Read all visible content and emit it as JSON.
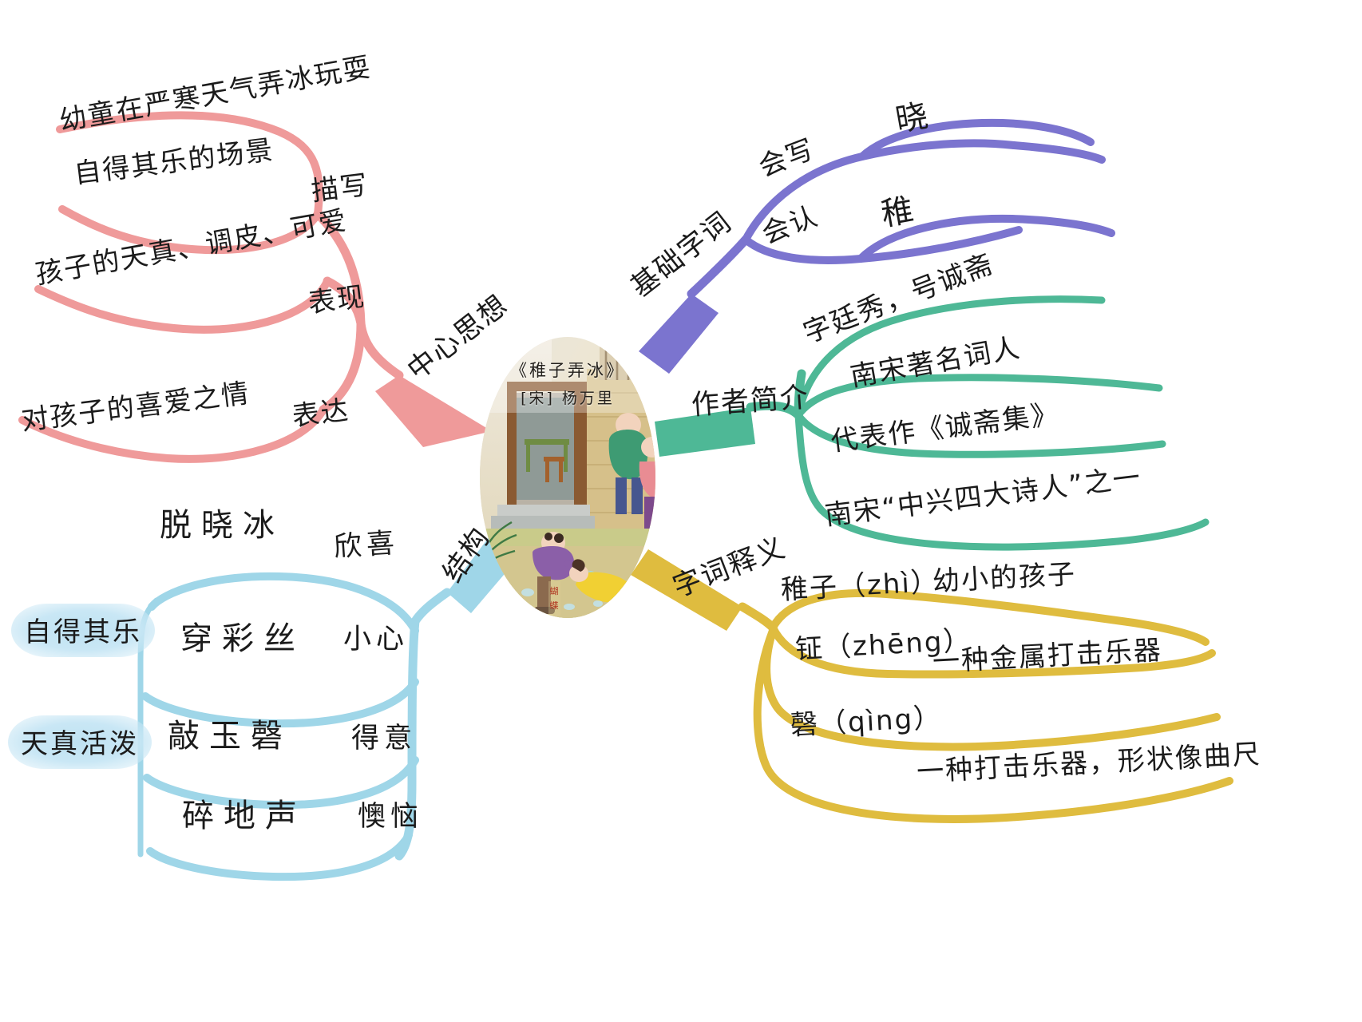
{
  "page": {
    "type": "mind-map",
    "title": "《稚子弄冰》思维导图",
    "background": "#ffffff"
  },
  "center": {
    "poem_title": "《稚子弄冰》",
    "author_line": "[宋] 杨万里",
    "illustration_alt": "古代庭院中孩童弄冰玩耍插图"
  },
  "colors": {
    "theme_pink": "#ef9a9a",
    "structure_blue": "#9fd6e8",
    "words_purple": "#7b74cf",
    "author_green": "#4eb896",
    "glossary_yellow": "#dfbc3f",
    "chip_blue": "#c9e7f5",
    "ink": "#1b1b1b"
  },
  "branches": [
    {
      "id": "theme",
      "label": "中心思想",
      "color": "#ef9a9a",
      "side": "left-top",
      "children": [
        {
          "label": "描写",
          "leaves": [
            "幼童在严寒天气弄冰玩耍",
            "自得其乐的场景"
          ]
        },
        {
          "label": "表现",
          "leaves": [
            "孩子的天真、调皮、可爱"
          ]
        },
        {
          "label": "表达",
          "leaves": [
            "对孩子的喜爱之情"
          ]
        }
      ]
    },
    {
      "id": "structure",
      "label": "结构",
      "color": "#9fd6e8",
      "side": "left-bottom",
      "tags": [
        "自得其乐",
        "天真活泼"
      ],
      "children": [
        {
          "label": "欣喜",
          "leaves": [
            "脱晓冰"
          ]
        },
        {
          "label": "小心",
          "leaves": [
            "穿彩丝"
          ]
        },
        {
          "label": "得意",
          "leaves": [
            "敲玉磬"
          ]
        },
        {
          "label": "懊恼",
          "leaves": [
            "碎地声"
          ]
        }
      ]
    },
    {
      "id": "basic-words",
      "label": "基础字词",
      "color": "#7b74cf",
      "side": "right-top",
      "children": [
        {
          "label": "会写",
          "leaves": [
            "晓"
          ]
        },
        {
          "label": "会认",
          "leaves": [
            "稚"
          ]
        }
      ]
    },
    {
      "id": "author-intro",
      "label": "作者简介",
      "color": "#4eb896",
      "side": "right-middle",
      "children": [
        {
          "label": "字廷秀，号诚斋",
          "leaves": []
        },
        {
          "label": "南宋著名词人",
          "leaves": []
        },
        {
          "label": "代表作《诚斋集》",
          "leaves": []
        },
        {
          "label": "南宋“中兴四大诗人”之一",
          "leaves": []
        }
      ]
    },
    {
      "id": "glossary",
      "label": "字词释义",
      "color": "#dfbc3f",
      "side": "right-bottom",
      "children": [
        {
          "label": "稚子（zhì）",
          "leaves": [
            "幼小的孩子"
          ]
        },
        {
          "label": "钲（zhēng）",
          "leaves": [
            "一种金属打击乐器"
          ]
        },
        {
          "label": "磬（qìng）",
          "leaves": [
            "一种打击乐器，形状像曲尺"
          ]
        }
      ]
    }
  ],
  "labels": {
    "theme": "中心思想",
    "theme_c1": "描写",
    "theme_c1_l1": "幼童在严寒天气弄冰玩耍",
    "theme_c1_l2": "自得其乐的场景",
    "theme_c2": "表现",
    "theme_c2_l1": "孩子的天真、调皮、可爱",
    "theme_c3": "表达",
    "theme_c3_l1": "对孩子的喜爱之情",
    "structure": "结构",
    "structure_tag1": "自得其乐",
    "structure_tag2": "天真活泼",
    "structure_c1": "欣喜",
    "structure_c1_l1": "脱晓冰",
    "structure_c2": "小心",
    "structure_c2_l1": "穿彩丝",
    "structure_c3": "得意",
    "structure_c3_l1": "敲玉磬",
    "structure_c4": "懊恼",
    "structure_c4_l1": "碎地声",
    "words": "基础字词",
    "words_c1": "会写",
    "words_c1_l1": "晓",
    "words_c2": "会认",
    "words_c2_l1": "稚",
    "author": "作者简介",
    "author_l1": "字廷秀，号诚斋",
    "author_l2": "南宋著名词人",
    "author_l3": "代表作《诚斋集》",
    "author_l4": "南宋“中兴四大诗人”之一",
    "glossary": "字词释义",
    "glossary_c1": "稚子（zhì）",
    "glossary_c1_l1": "幼小的孩子",
    "glossary_c2": "钲（zhēng）",
    "glossary_c2_l1": "一种金属打击乐器",
    "glossary_c3": "磬（qìng）",
    "glossary_c3_l1": "一种打击乐器，形状像曲尺"
  }
}
